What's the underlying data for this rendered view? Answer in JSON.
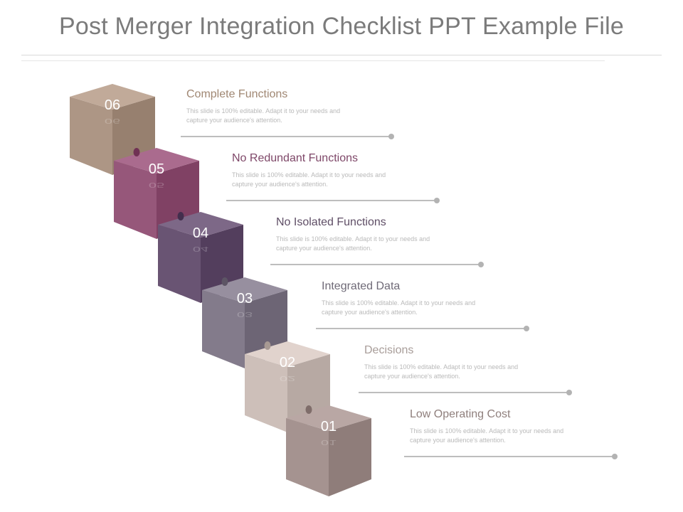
{
  "title": {
    "part1": "Post Merger Integration Checklist",
    "part2": "PPT Example File"
  },
  "steps": [
    {
      "number": "06",
      "heading": "Complete Functions",
      "description": "This slide is 100% editable. Adapt it to your needs and capture your audience's attention.",
      "color": "#a58e7d",
      "heading_color": "#a08773"
    },
    {
      "number": "05",
      "heading": "No Redundant Functions",
      "description": "This slide is 100% editable. Adapt it to your needs and capture your audience's attention.",
      "color": "#8e4f72",
      "heading_color": "#7e4768"
    },
    {
      "number": "04",
      "heading": "No Isolated Functions",
      "description": "This slide is 100% editable. Adapt it to your needs and capture your audience's attention.",
      "color": "#614c6b",
      "heading_color": "#5f4e66"
    },
    {
      "number": "03",
      "heading": "Integrated Data",
      "description": "This slide is 100% editable. Adapt it to your needs and capture your audience's attention.",
      "color": "#7b7383",
      "heading_color": "#6f6a77"
    },
    {
      "number": "02",
      "heading": "Decisions",
      "description": "This slide is 100% editable. Adapt it to your needs and capture your audience's attention.",
      "color": "#c5b7b1",
      "heading_color": "#a89d99"
    },
    {
      "number": "01",
      "heading": "Low Operating Cost",
      "description": "This slide is 100% editable. Adapt it to your needs and capture your audience's attention.",
      "color": "#9d8b88",
      "heading_color": "#8f7f7c"
    }
  ]
}
